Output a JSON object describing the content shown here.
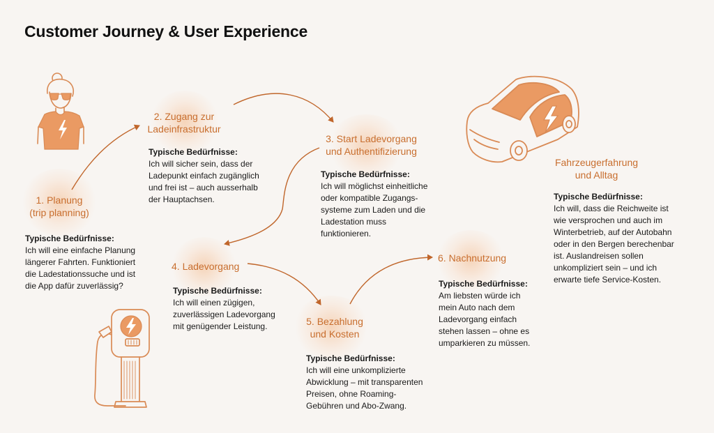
{
  "title": "Customer Journey & User Experience",
  "colors": {
    "accent": "#c86e2e",
    "fill": "#ea9a63",
    "arrow": "#c0662b",
    "glow": "#f4ba8c",
    "background": "#f8f5f2"
  },
  "needs_heading": "Typische Bedürfnisse:",
  "stages": [
    {
      "id": "planung",
      "title": "1. Planung\n(trip planning)",
      "needs": "Ich will eine einfache Planung\nlängerer Fahrten. Funktioniert\ndie Ladestationssuche und ist\ndie App dafür zuverlässig?"
    },
    {
      "id": "zugang",
      "title": "2. Zugang zur\nLadeinfrastruktur",
      "needs": "Ich will sicher sein, dass der\nLadepunkt einfach zugänglich\nund frei ist – auch ausserhalb\nder Hauptachsen."
    },
    {
      "id": "start",
      "title": "3. Start Ladevorgang\nund Authentifizierung",
      "needs": "Ich will möglichst einheitliche\noder kompatible Zugangs-\nsysteme zum Laden und die\nLadestation muss\nfunktionieren."
    },
    {
      "id": "ladevorgang",
      "title": "4. Ladevorgang",
      "needs": "Ich will einen zügigen,\nzuverlässigen Ladevorgang\nmit genügender Leistung."
    },
    {
      "id": "bezahlung",
      "title": "5. Bezahlung\nund Kosten",
      "needs": "Ich will eine unkomplizierte\nAbwicklung – mit transparenten\nPreisen, ohne Roaming-\nGebühren und Abo-Zwang."
    },
    {
      "id": "nachnutzung",
      "title": "6. Nachnutzung",
      "needs": "Am liebsten würde ich\nmein Auto nach dem\nLadevorgang einfach\nstehen lassen – ohne es\numparkieren zu müssen."
    },
    {
      "id": "fahrzeug",
      "title": "Fahrzeugerfahrung\nund Alltag",
      "needs": "Ich will, dass die Reichweite ist\nwie versprochen und auch im\nWinterbetrieb, auf der Autobahn\noder in den Bergen berechenbar\nist. Auslandreisen sollen\nunkompliziert sein – und ich\nerwarte tiefe Service-Kosten."
    }
  ],
  "icons": [
    "woman-driver-icon",
    "electric-car-icon",
    "charging-station-icon",
    "lightning-icon"
  ]
}
